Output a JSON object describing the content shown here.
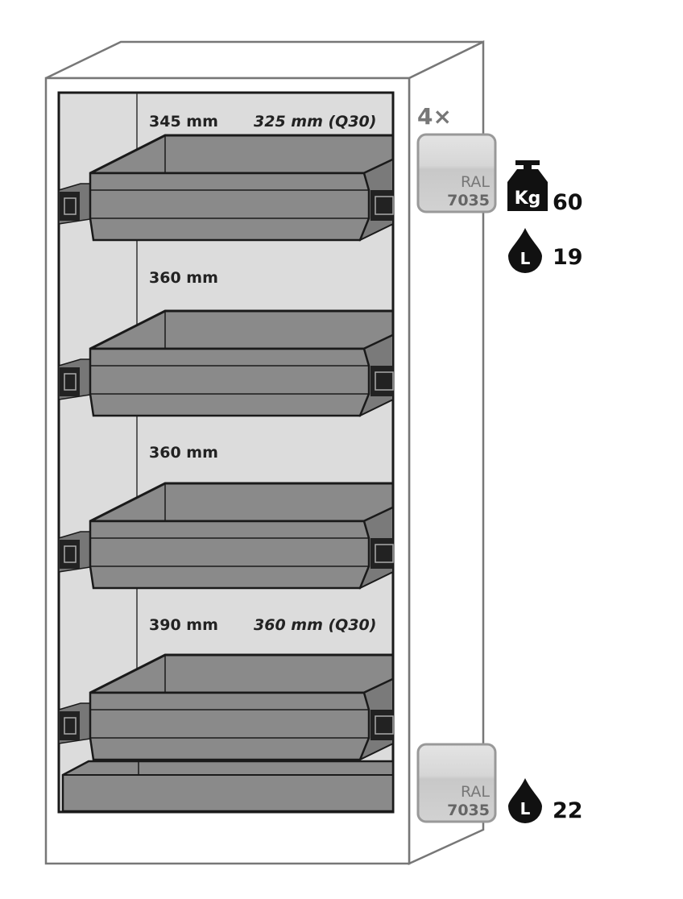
{
  "shelves": [
    {
      "height": "345 mm",
      "q30": "325 mm (Q30)"
    },
    {
      "height": "360 mm"
    },
    {
      "height": "360 mm"
    },
    {
      "height": "390 mm",
      "q30": "360 mm (Q30)"
    }
  ],
  "shelf_count": "4×",
  "ral_top": {
    "line1": "RAL",
    "line2": "7035"
  },
  "ral_bottom": {
    "line1": "RAL",
    "line2": "7035"
  },
  "load_kg": "60",
  "kg_icon_text": "Kg",
  "shelf_volume_l": "19",
  "sump_volume_l": "22",
  "drop_icon_text": "L",
  "colors": {
    "shelf": "#8a8a8a",
    "interior": "#dcdcdc",
    "outline": "#1a1a1a",
    "ral": "#d0d0d0"
  }
}
